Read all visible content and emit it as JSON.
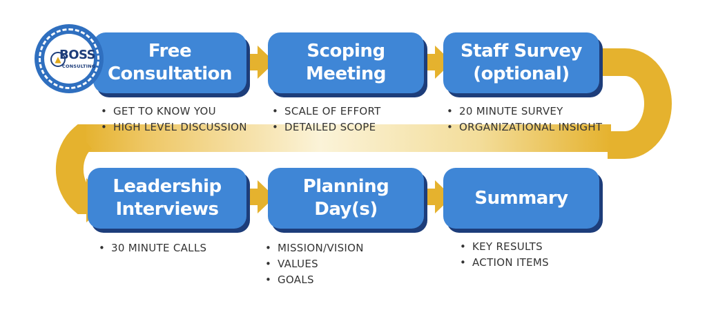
{
  "brand": {
    "logo_word": "BOSS",
    "logo_sub": "CONSULTING"
  },
  "colors": {
    "box": "#3f86d6",
    "box_shadow": "#1d3d7a",
    "arrow": "#e5b22e",
    "text": "#333333"
  },
  "steps": [
    {
      "label": "Free\nConsultation",
      "bullets": [
        "GET TO KNOW YOU",
        "HIGH LEVEL DISCUSSION"
      ]
    },
    {
      "label": "Scoping\nMeeting",
      "bullets": [
        "SCALE OF EFFORT",
        "DETAILED SCOPE"
      ]
    },
    {
      "label": "Staff Survey\n(optional)",
      "bullets": [
        "20 MINUTE SURVEY",
        "ORGANIZATIONAL INSIGHT"
      ]
    },
    {
      "label": "Leadership\nInterviews",
      "bullets": [
        "30 MINUTE CALLS"
      ]
    },
    {
      "label": "Planning Day(s)",
      "bullets": [
        "MISSION/VISION",
        "VALUES",
        "GOALS"
      ]
    },
    {
      "label": "Summary",
      "bullets": [
        "KEY RESULTS",
        "ACTION ITEMS"
      ]
    }
  ]
}
